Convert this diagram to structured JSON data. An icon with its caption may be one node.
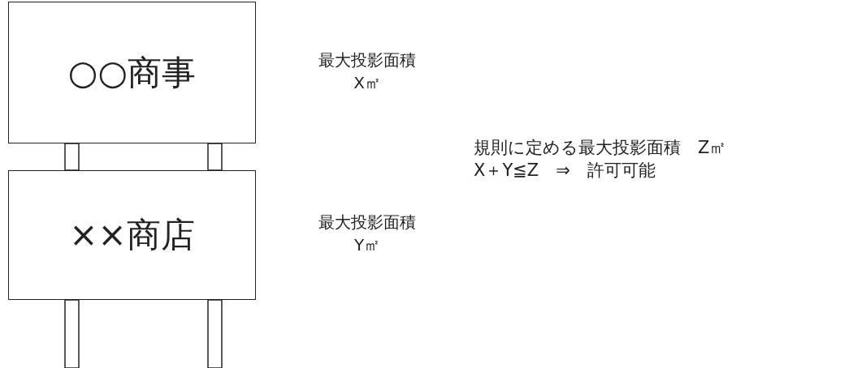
{
  "diagram": {
    "nodes": [
      {
        "text": [
          "○○商事"
        ],
        "beside": [
          "最大投影面積",
          "X㎡"
        ]
      },
      {
        "text": [
          "××商店"
        ],
        "beside": [
          "最大投影面積",
          "Y㎡"
        ]
      }
    ],
    "labels": [
      "規則に定める最大投影面積　Z㎡",
      "X＋Y≦Z　⇒　許可可能"
    ]
  }
}
